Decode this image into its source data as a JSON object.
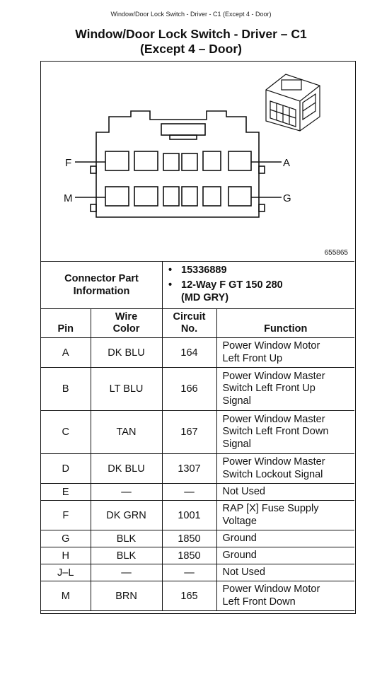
{
  "header": "Window/Door Lock Switch - Driver - C1 (Except 4 - Door)",
  "title_line1": "Window/Door Lock Switch - Driver – C1",
  "title_line2": "(Except 4 – Door)",
  "diagram": {
    "part_code": "655865",
    "labels": {
      "f": "F",
      "a": "A",
      "m": "M",
      "g": "G"
    }
  },
  "connector_info": {
    "label_line1": "Connector Part",
    "label_line2": "Information",
    "bullet": "•",
    "items": [
      "15336889",
      "12-Way F GT 150 280",
      "(MD GRY)"
    ]
  },
  "table": {
    "headers": {
      "pin": "Pin",
      "wire_line1": "Wire",
      "wire_line2": "Color",
      "circuit_line1": "Circuit",
      "circuit_line2": "No.",
      "function": "Function"
    },
    "rows": [
      {
        "pin": "A",
        "wire": "DK BLU",
        "circuit": "164",
        "function": [
          "Power Window Motor",
          "Left Front Up"
        ]
      },
      {
        "pin": "B",
        "wire": "LT BLU",
        "circuit": "166",
        "function": [
          "Power Window Master",
          "Switch Left Front Up",
          "Signal"
        ]
      },
      {
        "pin": "C",
        "wire": "TAN",
        "circuit": "167",
        "function": [
          "Power Window Master",
          "Switch Left Front Down",
          "Signal"
        ]
      },
      {
        "pin": "D",
        "wire": "DK BLU",
        "circuit": "1307",
        "function": [
          "Power Window Master",
          "Switch Lockout Signal"
        ]
      },
      {
        "pin": "E",
        "wire": "—",
        "circuit": "—",
        "function": [
          "Not Used"
        ]
      },
      {
        "pin": "F",
        "wire": "DK GRN",
        "circuit": "1001",
        "function": [
          "RAP [X] Fuse Supply",
          "Voltage"
        ]
      },
      {
        "pin": "G",
        "wire": "BLK",
        "circuit": "1850",
        "function": [
          "Ground"
        ]
      },
      {
        "pin": "H",
        "wire": "BLK",
        "circuit": "1850",
        "function": [
          "Ground"
        ]
      },
      {
        "pin": "J–L",
        "wire": "—",
        "circuit": "—",
        "function": [
          "Not Used"
        ]
      },
      {
        "pin": "M",
        "wire": "BRN",
        "circuit": "165",
        "function": [
          "Power Window Motor",
          "Left Front Down"
        ]
      }
    ]
  }
}
